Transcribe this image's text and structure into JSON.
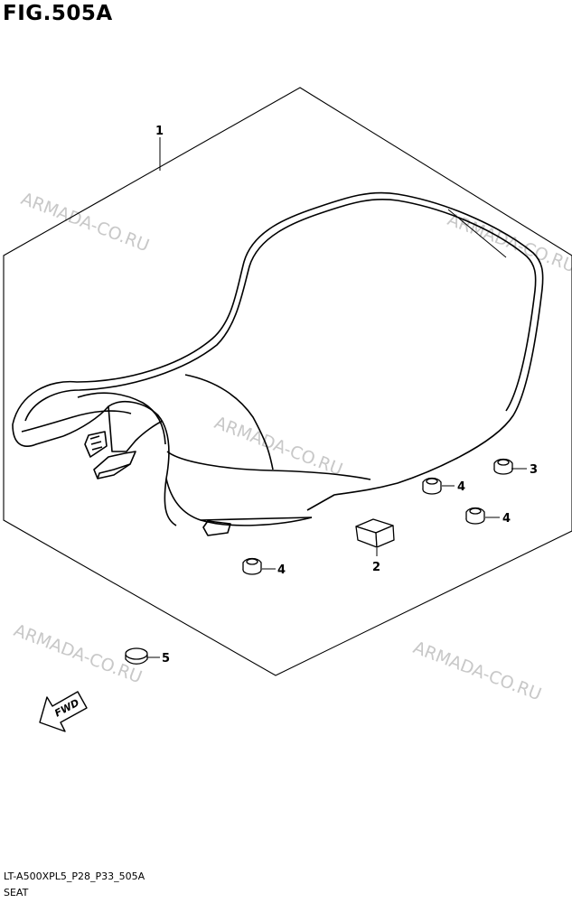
{
  "figure": {
    "title": "FIG.505A",
    "code": "LT-A500XPL5_P28_P33_505A",
    "name": "SEAT"
  },
  "callouts": [
    "1",
    "2",
    "3",
    "4",
    "4",
    "4",
    "5"
  ],
  "fwd_label": "FWD",
  "watermark": "ARMADA-CO.RU",
  "colors": {
    "line": "#000000",
    "watermark": "#c8c8c8",
    "background": "#ffffff"
  }
}
